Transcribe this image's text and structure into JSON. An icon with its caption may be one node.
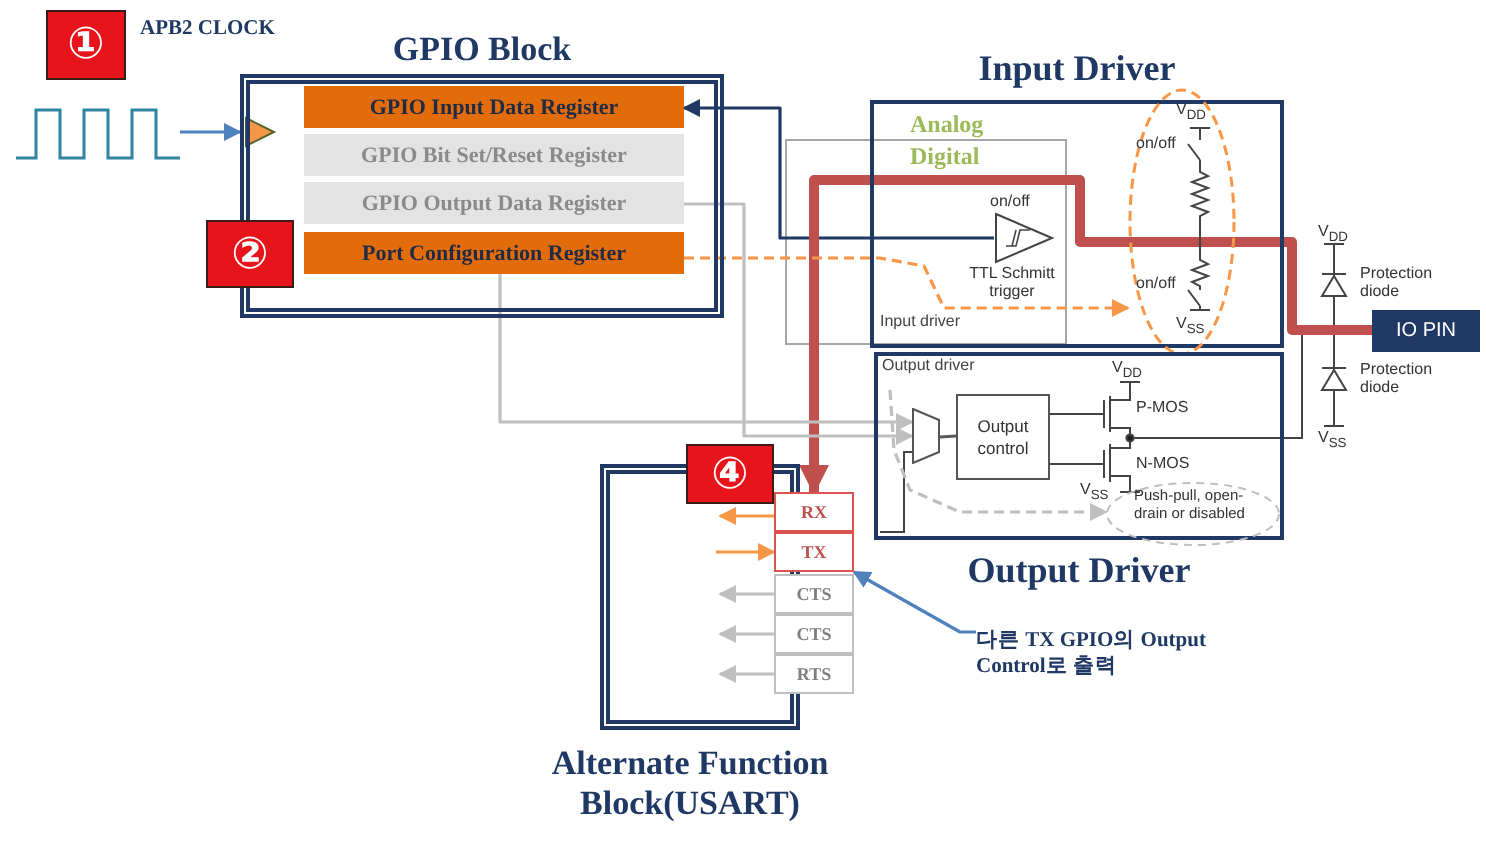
{
  "diagram": {
    "nodes": [
      {
        "text": [
          "①"
        ],
        "beside": [
          "APB2 CLOCK"
        ]
      },
      {
        "text": [],
        "shape": "waveform"
      },
      {
        "text": [
          "GPIO Block"
        ]
      },
      {
        "text": [
          "GPIO Input Data Register"
        ],
        "in": 2
      },
      {
        "text": [
          "GPIO Bit Set/Reset Register"
        ],
        "in": 2
      },
      {
        "text": [
          "GPIO Output Data Register"
        ],
        "in": 2
      },
      {
        "text": [
          "Port Configuration Register"
        ],
        "in": 2
      },
      {
        "text": [
          "②"
        ]
      },
      {
        "text": [
          "Input Driver",
          "Input driver"
        ]
      },
      {
        "text": [],
        "shape": "triangle",
        "in": 8,
        "beside": [
          "on/off",
          "TTL Schmitt trigger"
        ]
      },
      {
        "text": [
          "V$_{DD}$",
          "on/off",
          "on/off",
          "V$_{SS}$"
        ],
        "in": 8
      },
      {
        "text": [
          "IO PIN"
        ]
      },
      {
        "text": [
          "Output driver",
          "Output Driver"
        ]
      },
      {
        "text": [],
        "shape": "trapezoid",
        "in": 12
      },
      {
        "text": [
          "Output control"
        ],
        "in": 12
      },
      {
        "text": [
          "Push-pull, open-drain or disabled"
        ],
        "in": 12
      },
      {
        "text": [
          "④"
        ]
      },
      {
        "text": [
          "Alternate Function Block(USART)"
        ]
      },
      {
        "text": [
          "RX"
        ]
      },
      {
        "text": [
          "TX"
        ]
      },
      {
        "text": [
          "CTS"
        ]
      },
      {
        "text": [
          "CTS"
        ]
      },
      {
        "text": [
          "RTS"
        ]
      },
      {
        "text": [
          "다른 TX GPIO의 Output Control로 출력"
        ]
      }
    ],
    "edges": [
      {
        "from": 1,
        "to": 2,
        "arrow": "to",
        "color": "#4f81bd"
      },
      {
        "from": 9,
        "to": 3,
        "arrow": "to",
        "color": "#1f3864"
      },
      {
        "from": 11,
        "to": 10,
        "arrow": "none",
        "style": "thick",
        "color": "#c0504d"
      },
      {
        "from": 10,
        "to": 18,
        "arrow": "to",
        "style": "thick",
        "color": "#c0504d"
      },
      {
        "from": 6,
        "to": 10,
        "arrow": "to",
        "style": "dashed",
        "color": "#f79646"
      },
      {
        "from": 5,
        "to": 13,
        "arrow": "to"
      },
      {
        "from": 6,
        "to": 13,
        "arrow": "to"
      },
      {
        "from": 13,
        "to": 14,
        "arrow": "none",
        "color": "#595959"
      },
      {
        "from": null,
        "to": 15,
        "arrow": "to",
        "style": "dashed"
      },
      {
        "from": 18,
        "to": 17,
        "arrow": "to",
        "color": "#f79646"
      },
      {
        "from": 17,
        "to": 19,
        "arrow": "to",
        "color": "#f79646"
      },
      {
        "from": 20,
        "to": 17,
        "arrow": "to"
      },
      {
        "from": 21,
        "to": 17,
        "arrow": "to"
      },
      {
        "from": 22,
        "to": 17,
        "arrow": "to"
      },
      {
        "from": 23,
        "to": 19,
        "arrow": "to",
        "color": "#4f81bd"
      }
    ],
    "labels": [
      "Analog",
      "Digital",
      "V$_{DD}$",
      "Protection diode",
      "V$_{DD}$",
      "Protection diode",
      "P-MOS",
      "V$_{SS}$",
      "N-MOS",
      "V$_{SS}$"
    ]
  }
}
